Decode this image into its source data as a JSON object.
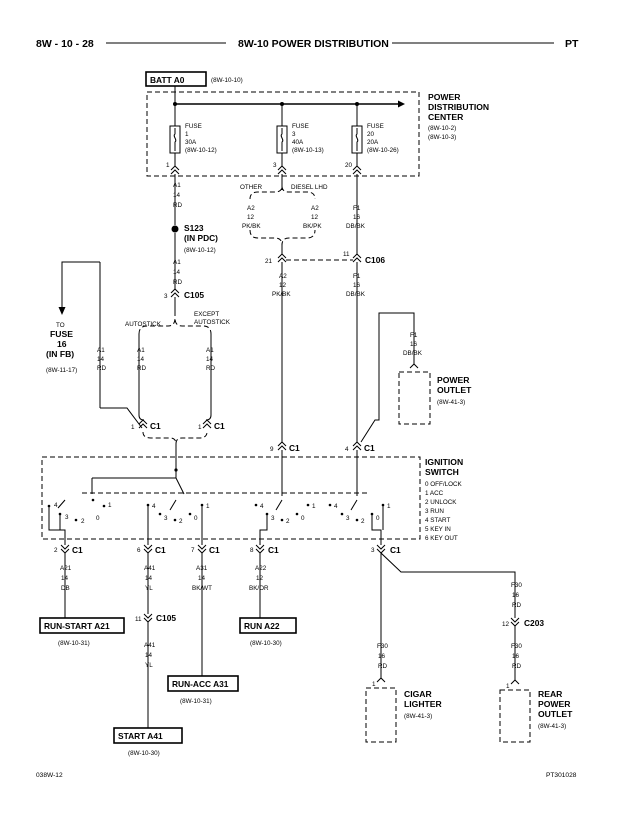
{
  "header": {
    "page": "8W - 10 - 28",
    "title": "8W-10 POWER DISTRIBUTION",
    "code": "PT"
  },
  "footer": {
    "left": "038W-12",
    "right": "PT301028"
  },
  "batt": {
    "label": "BATT A0",
    "ref": "(8W-10-10)"
  },
  "pdc": {
    "title": [
      "POWER",
      "DISTRIBUTION",
      "CENTER"
    ],
    "refs": [
      "(8W-10-2)",
      "(8W-10-3)"
    ]
  },
  "fuses": [
    {
      "lines": [
        "FUSE",
        "1",
        "30A",
        "(8W-10-12)"
      ],
      "pin": "1"
    },
    {
      "lines": [
        "FUSE",
        "3",
        "40A",
        "(8W-10-13)"
      ],
      "pin": "3"
    },
    {
      "lines": [
        "FUSE",
        "20",
        "20A",
        "(8W-10-26)"
      ],
      "pin": "20"
    }
  ],
  "w_a1_top": [
    "A1",
    "14",
    "RD"
  ],
  "s123": {
    "name": "S123",
    "sub": "(IN PDC)",
    "ref": "(8W-10-12)"
  },
  "w_a1_mid": [
    "A1",
    "14",
    "RD"
  ],
  "c105_top": {
    "pin": "3",
    "name": "C105"
  },
  "options": {
    "other": "OTHER",
    "diesel": "DIESEL LHD",
    "autostick": "AUTOSTICK",
    "except": [
      "EXCEPT",
      "AUTOSTICK"
    ]
  },
  "w_a2_left": [
    "A2",
    "12",
    "PK/BK"
  ],
  "w_a2_right": [
    "A2",
    "12",
    "BK/PK"
  ],
  "w_f1_top": [
    "F1",
    "16",
    "DB/BK"
  ],
  "c106": {
    "pin_left": "21",
    "pin_right": "11",
    "name": "C106"
  },
  "w_a2_low": [
    "A2",
    "12",
    "PK/BK"
  ],
  "w_f1_low": [
    "F1",
    "16",
    "DB/BK"
  ],
  "tofuse": [
    "TO",
    "FUSE",
    "16",
    "(IN FB)"
  ],
  "tofuse_ref": "(8W-11-17)",
  "w_a1_fb": [
    "A1",
    "14",
    "RD"
  ],
  "w_a1_as": [
    "A1",
    "14",
    "RD"
  ],
  "w_a1_ex": [
    "A1",
    "14",
    "RD"
  ],
  "w_f1_po": [
    "F1",
    "16",
    "DB/BK"
  ],
  "power_outlet": {
    "title": [
      "POWER",
      "OUTLET"
    ],
    "ref": "(8W-41-3)"
  },
  "c1_in": [
    {
      "pin": "1",
      "name": "C1"
    },
    {
      "pin": "1",
      "name": "C1"
    },
    {
      "pin": "9",
      "name": "C1"
    },
    {
      "pin": "4",
      "name": "C1"
    }
  ],
  "ignition": {
    "title": [
      "IGNITION",
      "SWITCH"
    ],
    "positions": [
      "0 OFF/LOCK",
      "1 ACC",
      "2 UNLOCK",
      "3 RUN",
      "4 START",
      "5 KEY IN",
      "6 KEY OUT"
    ]
  },
  "c1_out": [
    {
      "pin": "2",
      "name": "C1"
    },
    {
      "pin": "6",
      "name": "C1"
    },
    {
      "pin": "7",
      "name": "C1"
    },
    {
      "pin": "8",
      "name": "C1"
    },
    {
      "pin": "3",
      "name": "C1"
    }
  ],
  "w_a21": [
    "A21",
    "14",
    "DB"
  ],
  "w_a41": [
    "A41",
    "14",
    "YL"
  ],
  "w_a31": [
    "A31",
    "14",
    "BK/WT"
  ],
  "w_a22": [
    "A22",
    "12",
    "BK/OR"
  ],
  "w_f30_l": [
    "F30",
    "16",
    "RD"
  ],
  "w_f30_r": [
    "F30",
    "16",
    "RD"
  ],
  "w_f30_r2": [
    "F30",
    "16",
    "RD"
  ],
  "w_a41_low": [
    "A41",
    "14",
    "YL"
  ],
  "c105_low": {
    "pin": "11",
    "name": "C105"
  },
  "c203": {
    "pin": "12",
    "name": "C203"
  },
  "runstart": {
    "label": "RUN-START A21",
    "ref": "(8W-10-31)"
  },
  "run": {
    "label": "RUN A22",
    "ref": "(8W-10-30)"
  },
  "runacc": {
    "label": "RUN-ACC A31",
    "ref": "(8W-10-31)"
  },
  "start": {
    "label": "START A41",
    "ref": "(8W-10-30)"
  },
  "cigar": {
    "pin": "1",
    "title": [
      "CIGAR",
      "LIGHTER"
    ],
    "ref": "(8W-41-3)"
  },
  "rear": {
    "pin": "1",
    "title": [
      "REAR",
      "POWER",
      "OUTLET"
    ],
    "ref": "(8W-41-3)"
  },
  "sw_nums": {
    "g1": [
      "4",
      "3",
      "2",
      "0",
      "1"
    ],
    "g2": [
      "4",
      "3",
      "2",
      "0",
      "1"
    ],
    "g3": [
      "4",
      "3",
      "2",
      "0",
      "1"
    ],
    "g4": [
      "4",
      "3",
      "2",
      "0",
      "1"
    ]
  }
}
